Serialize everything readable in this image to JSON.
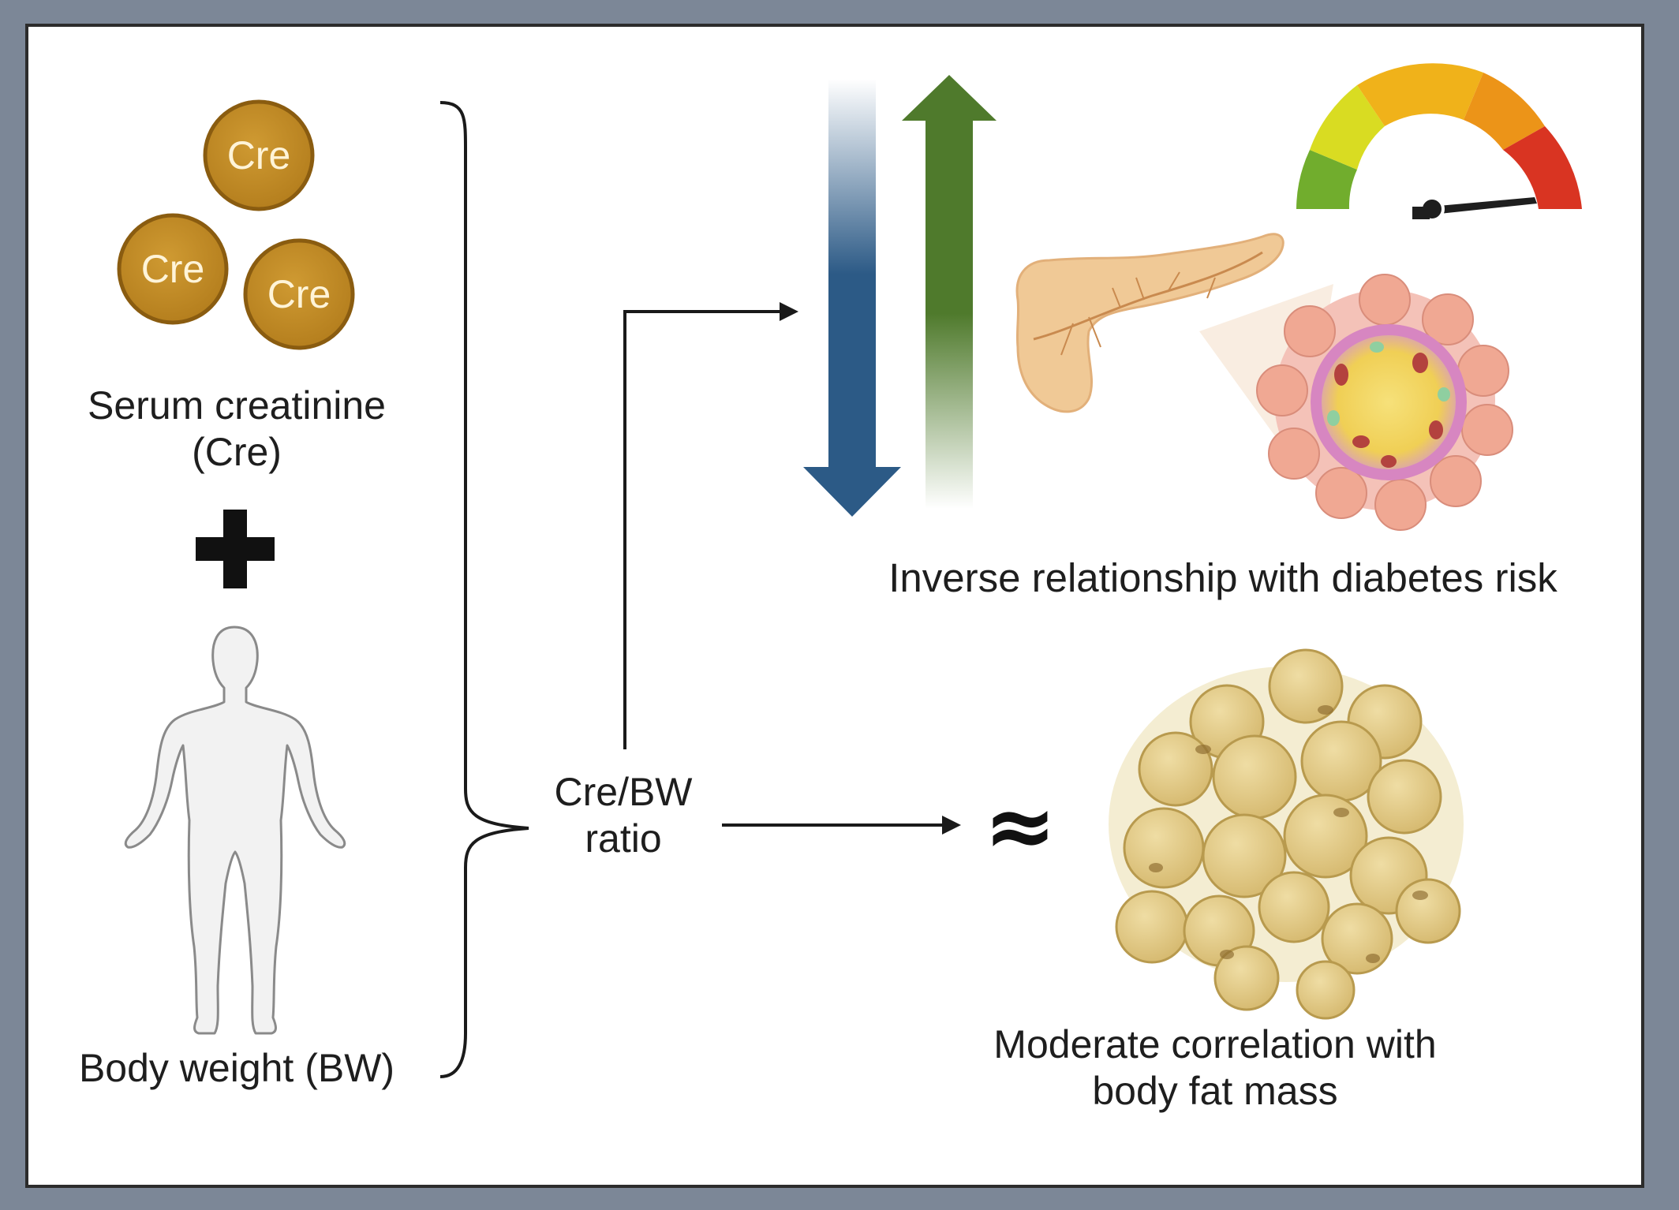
{
  "cre_circles": {
    "label": "Cre"
  },
  "left": {
    "serum_line1": "Serum creatinine",
    "serum_line2": "(Cre)",
    "body_weight": "Body weight (BW)"
  },
  "center": {
    "ratio_line1": "Cre/BW",
    "ratio_line2": "ratio"
  },
  "right": {
    "diabetes_caption": "Inverse relationship with diabetes risk",
    "fat_line1": "Moderate correlation with",
    "fat_line2": "body fat mass",
    "approx_symbol": "≈"
  },
  "colors": {
    "border": "#7c8797",
    "cre_fill": "#c08a26",
    "down_arrow": "#2c5a86",
    "up_arrow": "#4f7a2c",
    "gauge": [
      "#6fae2b",
      "#d9dc22",
      "#f0b21a",
      "#ec9418",
      "#d93422"
    ],
    "fat_cell": "#e6cf8c"
  },
  "icons": [
    "creatinine-molecule-icon",
    "plus-icon",
    "human-body-icon",
    "pancreas-icon",
    "islet-cell-icon",
    "risk-gauge-icon",
    "fat-cells-icon",
    "approx-equal-icon"
  ]
}
